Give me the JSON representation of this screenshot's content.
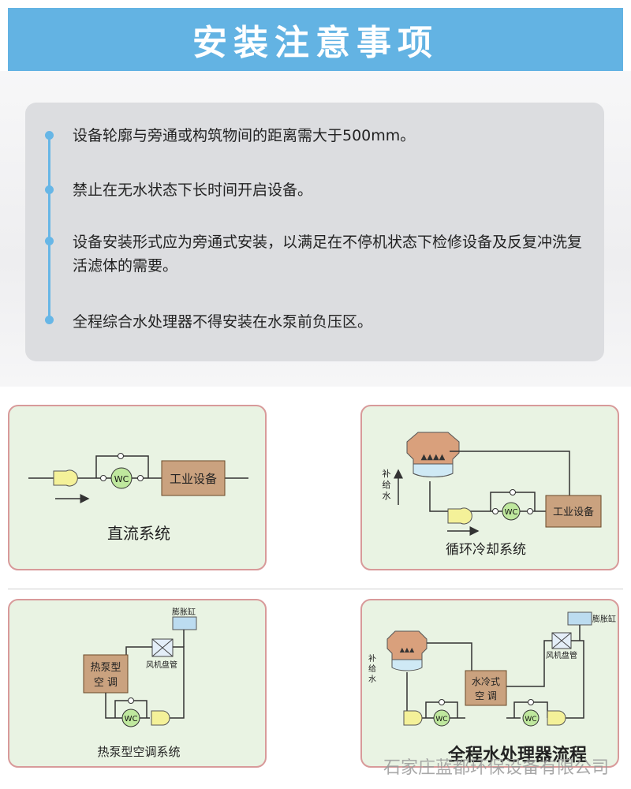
{
  "header": {
    "title": "安装注意事项"
  },
  "notes": [
    "设备轮廓与旁通或构筑物间的距离需大于500mm。",
    "禁止在无水状态下长时间开启设备。",
    "设备安装形式应为旁通式安装，以满足在不停机状态下检修设备及反复冲洗复活滤体的需要。",
    "全程综合水处理器不得安装在水泵前负压区。"
  ],
  "diagrams": {
    "direct_flow": {
      "caption": "直流系统",
      "equipment": "工业设备",
      "valve": "WC"
    },
    "circulating": {
      "caption": "循环冷却系统",
      "equipment": "工业设备",
      "makeup": [
        "补",
        "给",
        "水"
      ],
      "valve": "WC"
    },
    "heat_pump": {
      "caption": "热泵型空调系统",
      "tank": "膨胀缸",
      "coil": "风机盘管",
      "ac": [
        "热泵型",
        "空 调"
      ],
      "valve": "WC"
    },
    "full_process": {
      "caption": "全程水处理器流程",
      "tank": "膨胀缸",
      "coil": "风机盘管",
      "ac": [
        "水冷式",
        "空 调"
      ],
      "makeup": [
        "补",
        "给",
        "水"
      ],
      "valve": "WC"
    }
  },
  "watermark": "石家庄蓝都环保设备有限公司",
  "colors": {
    "banner": "#63b3e3",
    "panel": "#dcdde0",
    "accent": "#67b6e6",
    "diagram_bg": "#e9f3e3",
    "diagram_border": "#d89a9a",
    "equipment": "#caa27f"
  }
}
